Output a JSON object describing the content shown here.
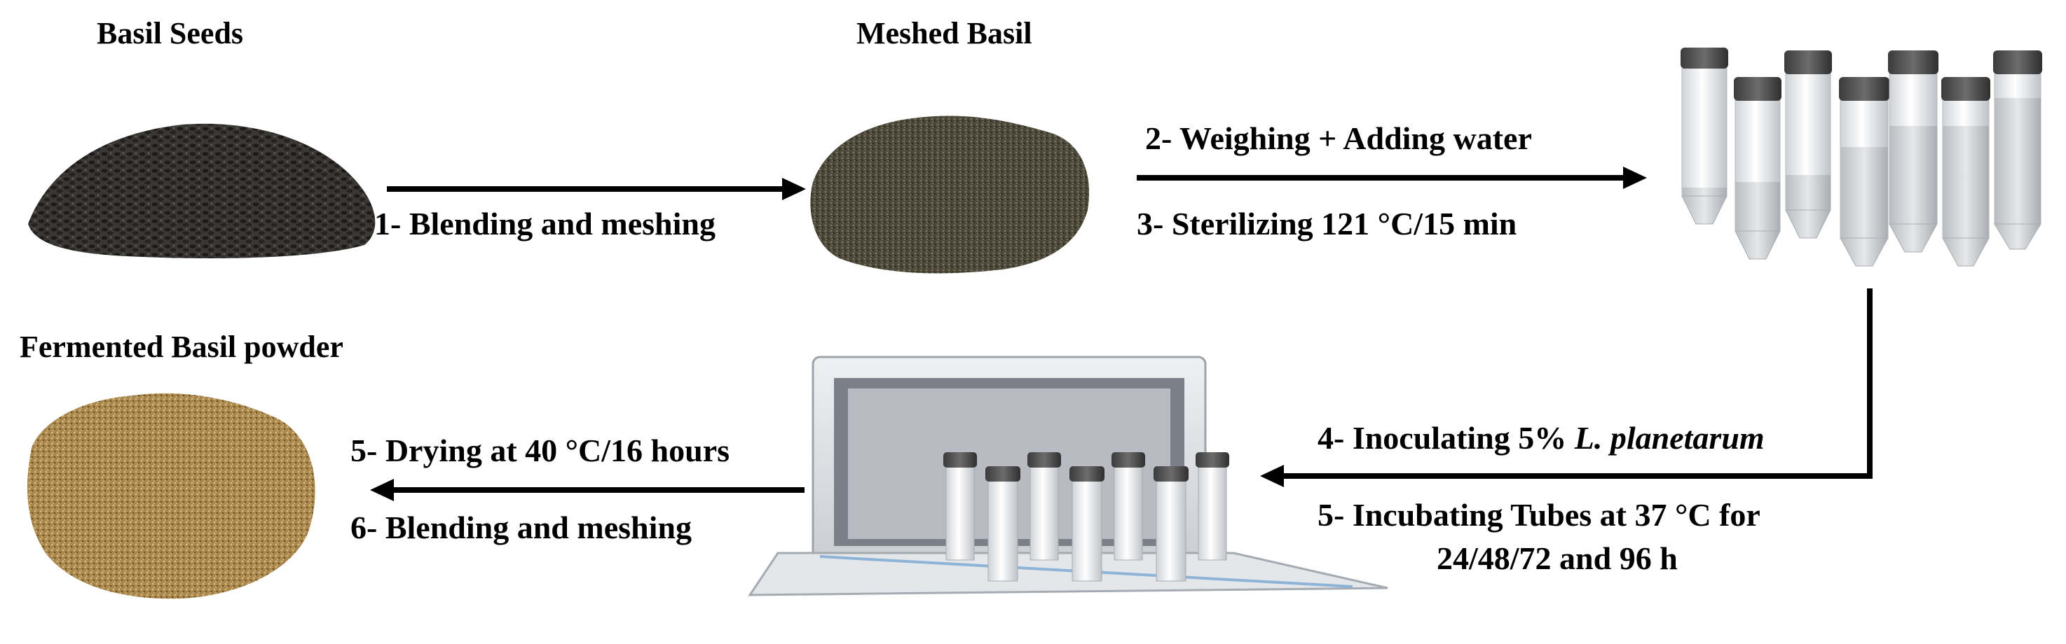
{
  "items": {
    "basil_seeds": "Basil Seeds",
    "meshed_basil": "Meshed Basil",
    "fermented_powder": "Fermented Basil powder"
  },
  "steps": {
    "s1": "1- Blending and meshing",
    "s2": "2- Weighing + Adding water",
    "s3": "3- Sterilizing  121 °C/15 min",
    "s4_prefix": "4- Inoculating  5% ",
    "s4_species": "L. planetarum",
    "s5_incubate_line1": "5- Incubating Tubes at 37 °C for",
    "s5_incubate_line2": "24/48/72 and 96 h",
    "s5_dry": "5- Drying at 40 °C/16 hours",
    "s6": "6- Blending and meshing"
  },
  "colors": {
    "seeds": "#2b2926",
    "meshed": "#4a4636",
    "powder": "#b08a4a",
    "arrow": "#000000",
    "tube_cap": "#4d4d4d",
    "incubator": "#d9dde2"
  }
}
